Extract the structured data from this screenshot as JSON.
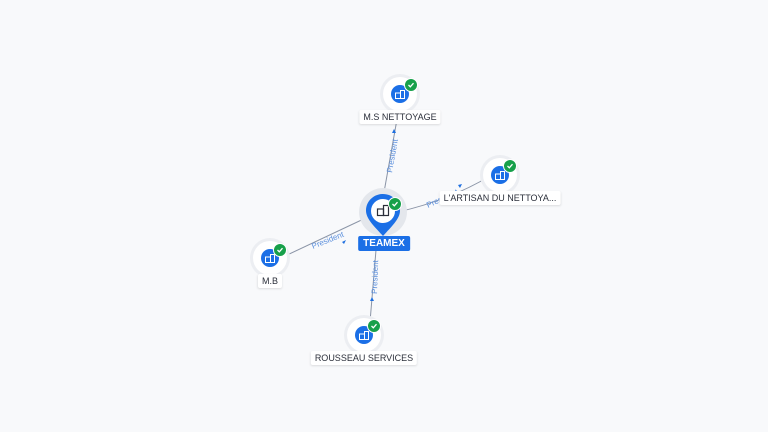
{
  "diagram": {
    "center": {
      "label": "TEAMEX",
      "icon": "building-icon",
      "status": "check-icon"
    },
    "nodes": [
      {
        "id": "ms",
        "label": "M.S NETTOYAGE",
        "icon": "building-icon",
        "status": "check-icon",
        "relation": "President"
      },
      {
        "id": "artisan",
        "label": "L'ARTISAN DU NETTOYA...",
        "icon": "building-icon",
        "status": "check-icon",
        "relation": "President"
      },
      {
        "id": "mb",
        "label": "M.B",
        "icon": "building-icon",
        "status": "check-icon",
        "relation": "President"
      },
      {
        "id": "rousseau",
        "label": "ROUSSEAU SERVICES",
        "icon": "building-icon",
        "status": "check-icon",
        "relation": "President"
      }
    ],
    "colors": {
      "accent": "#1b6fe6",
      "verified": "#17a04a",
      "edge_label": "#5b8fdc"
    }
  }
}
